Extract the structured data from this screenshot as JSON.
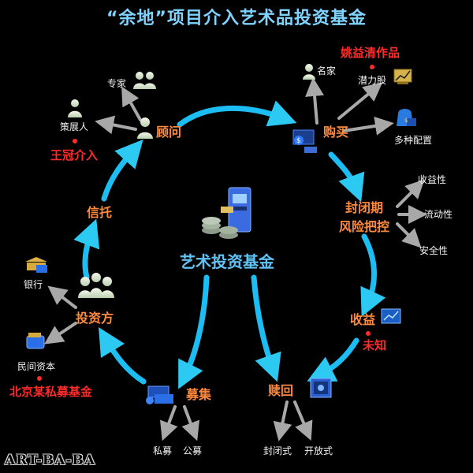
{
  "title": "“余地”项目介入艺术品投资基金",
  "center": "艺术投资基金",
  "nodes": {
    "advisor": "顾问",
    "purchase": "购买",
    "lockup": "封闭期",
    "risk_control": "风险把控",
    "returns": "收益",
    "raising": "募集",
    "redemption": "赎回",
    "investor": "投资方",
    "trust": "信托"
  },
  "leaves": {
    "expert": "专家",
    "curator": "策展人",
    "famous": "名家",
    "potential": "潜力股",
    "diverse": "多种配置",
    "profitability": "收益性",
    "liquidity": "流动性",
    "safety": "安全性",
    "private_raise": "私募",
    "public_raise": "公募",
    "closed_end": "封闭式",
    "open_end": "开放式",
    "bank": "银行",
    "private_capital": "民间资本"
  },
  "notes": {
    "wang": "王冠介入",
    "yao": "姚益清作品",
    "unknown": "未知",
    "beijing": "北京某私募基金"
  },
  "watermark": "ART-BA-BA",
  "colors": {
    "background": "#000000",
    "main_arrow": "#1ec8ff",
    "branch_arrow": "#a8a8a8",
    "node_label": "#ff8a3d",
    "note": "#ff2a2a",
    "leaf_label": "#f2f2f2",
    "title": "#7fd3ff"
  }
}
